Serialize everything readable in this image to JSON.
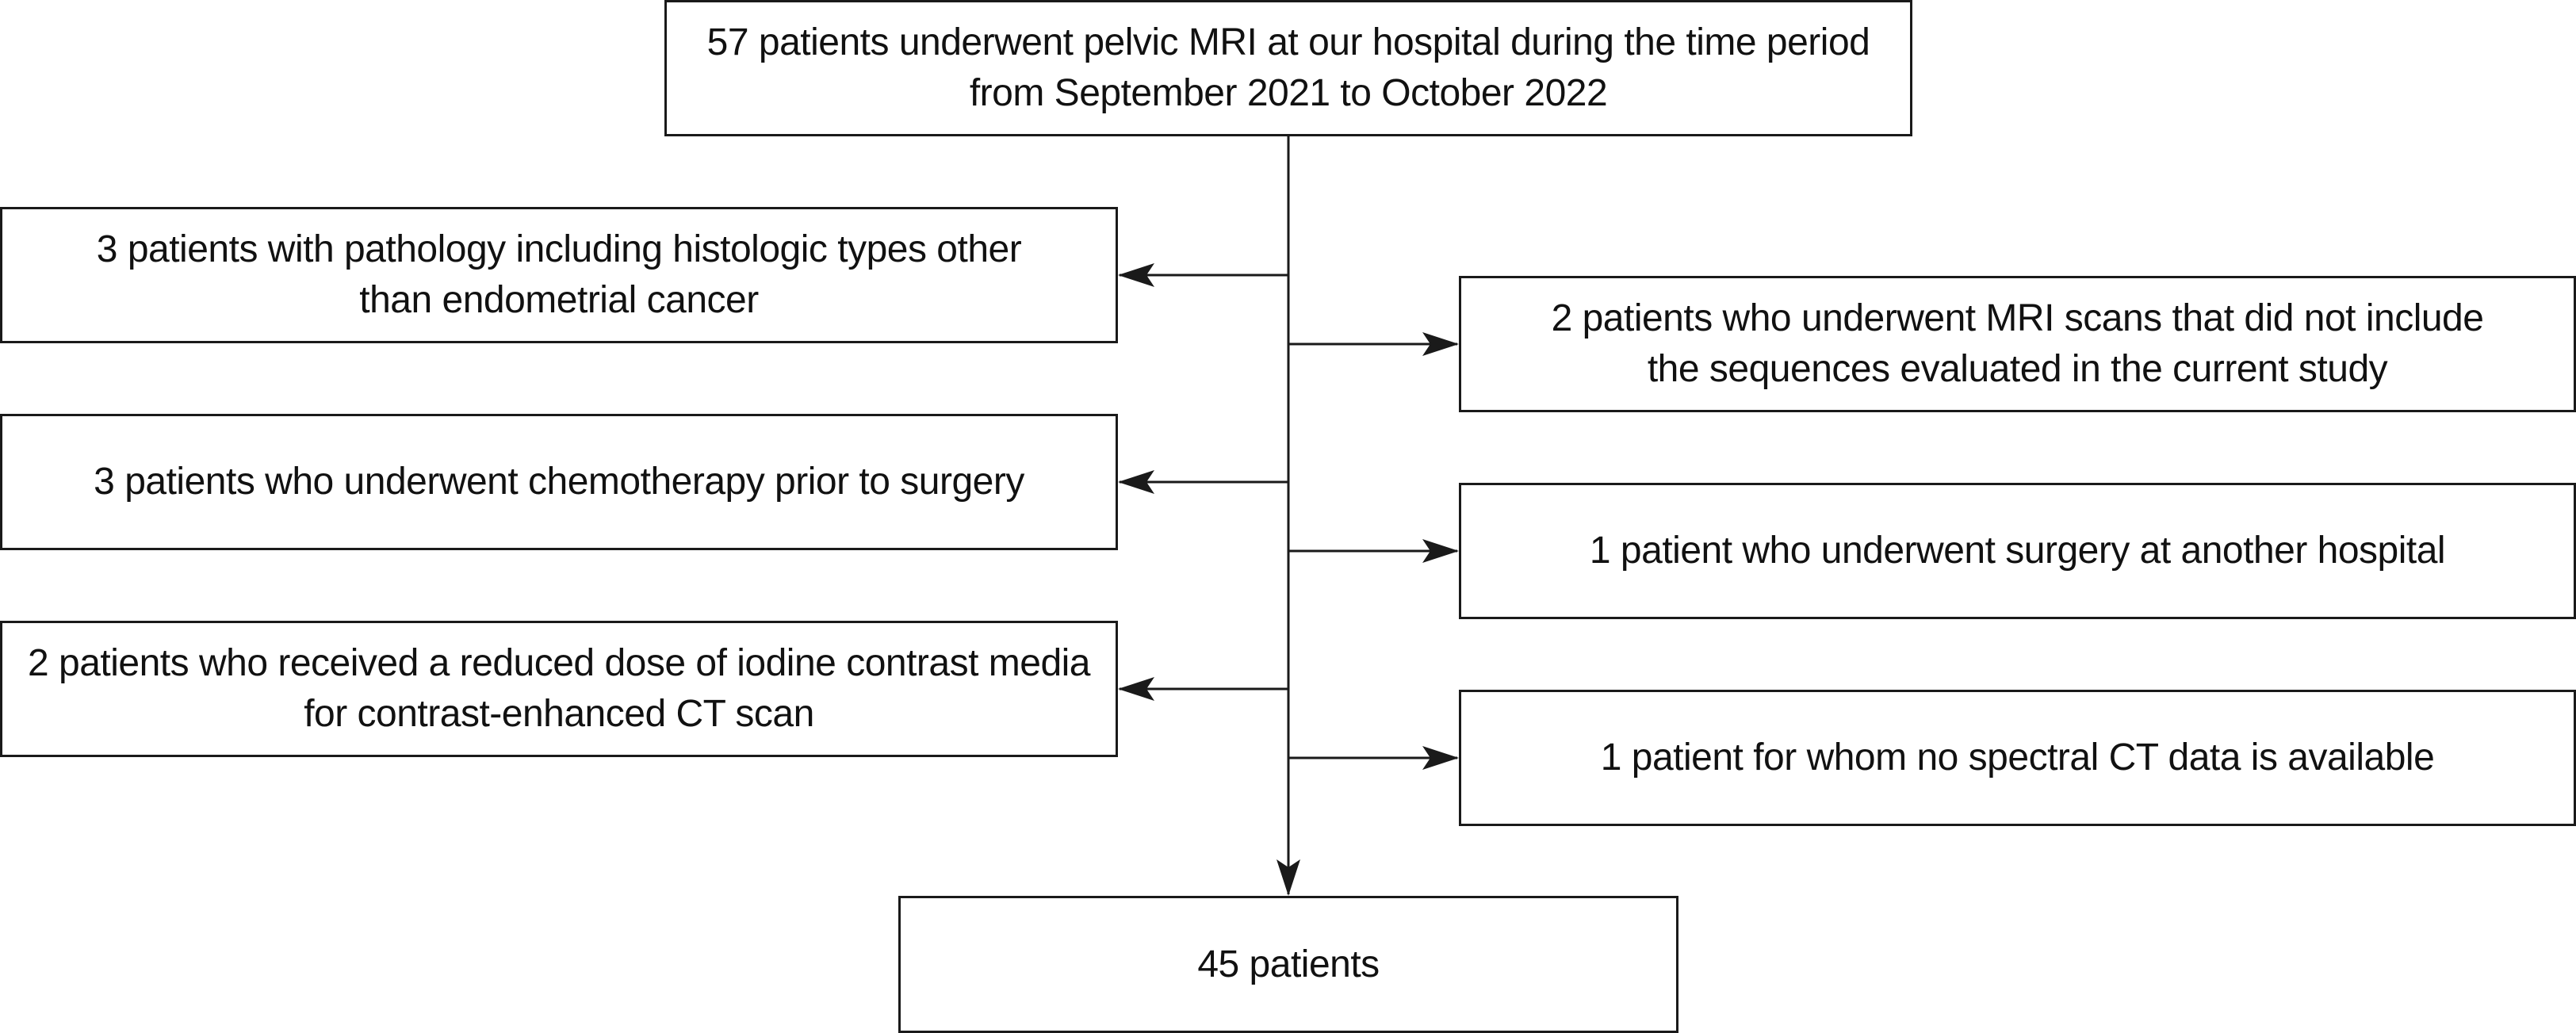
{
  "start": {
    "line1": "57 patients underwent pelvic MRI at our hospital during the time period",
    "line2": "from September 2021 to October 2022"
  },
  "exclusions_left": [
    {
      "line1": "3 patients with pathology including histologic types other",
      "line2": "than endometrial cancer"
    },
    {
      "line1": "3 patients who underwent chemotherapy prior to surgery",
      "line2": ""
    },
    {
      "line1": "2 patients who received a reduced dose of iodine contrast media",
      "line2": "for contrast-enhanced CT scan"
    }
  ],
  "exclusions_right": [
    {
      "line1": "2 patients who underwent MRI scans that did not include",
      "line2": "the sequences evaluated in the current study"
    },
    {
      "line1": "1 patient who underwent surgery at another hospital",
      "line2": ""
    },
    {
      "line1": "1 patient for whom no spectral CT data is available",
      "line2": ""
    }
  ],
  "final": {
    "label": "45 patients"
  },
  "colors": {
    "line": "#1a1a1a",
    "box_border": "#1a1a1a",
    "background": "#ffffff"
  }
}
